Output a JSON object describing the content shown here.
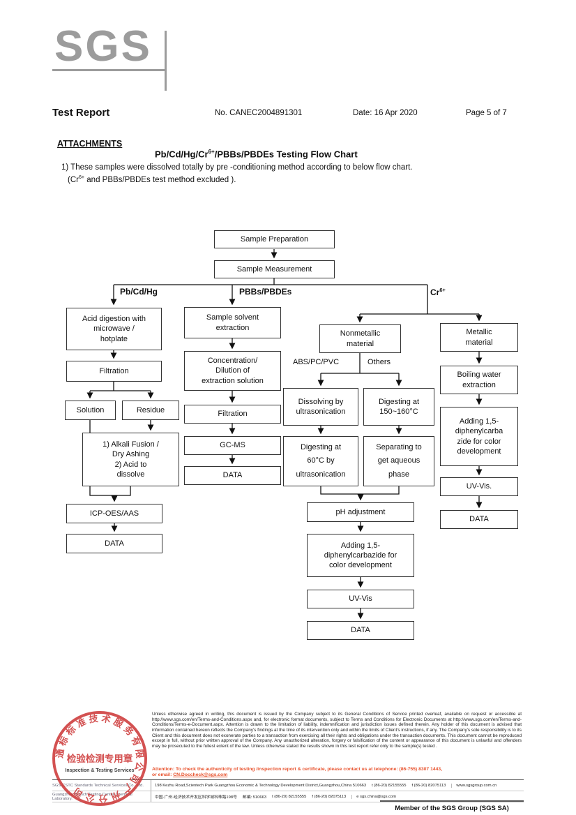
{
  "logo": {
    "text": "SGS"
  },
  "header": {
    "title": "Test Report",
    "report_no": "No. CANEC2004891301",
    "date": "Date: 16 Apr 2020",
    "page": "Page 5 of 7"
  },
  "attachments": {
    "heading": "ATTACHMENTS",
    "title_p1": "Pb/Cd/Hg/Cr",
    "title_sup": "6+",
    "title_p2": "/PBBs/PBDEs Testing Flow Chart",
    "note1": "1) These samples were dissolved totally by pre -conditioning method according to below flow chart.",
    "note2_p1": "(Cr",
    "note2_sup": "6+",
    "note2_p2": " and PBBs/PBDEs  test method excluded )."
  },
  "flowchart": {
    "branches": {
      "pb": "Pb/Cd/Hg",
      "pbb": "PBBs/PBDEs",
      "cr": "Cr",
      "cr_sup": "6+"
    },
    "sub_labels": {
      "abs": "ABS/PC/PVC",
      "others": "Others"
    },
    "nodes": {
      "sample_preparation": "Sample Preparation",
      "sample_measurement": "Sample Measurement",
      "acid_digestion": "Acid digestion with\nmicrowave /\nhotplate",
      "filtration_pb": "Filtration",
      "solution": "Solution",
      "residue": "Residue",
      "alkali_fusion": "1) Alkali Fusion /\nDry Ashing\n2) Acid to\ndissolve",
      "icp_oes_aas": "ICP-OES/AAS",
      "data_pb": "DATA",
      "solvent_extraction": "Sample solvent\nextraction",
      "concentration": "Concentration/\nDilution of\nextraction solution",
      "filtration_pbb": "Filtration",
      "gc_ms": "GC-MS",
      "data_pbb": "DATA",
      "nonmetallic": "Nonmetallic\nmaterial",
      "metallic": "Metallic\nmaterial",
      "dissolving_ultrasonication": "Dissolving by\nultrasonication",
      "digesting_150": "Digesting at\n150~160°C",
      "digesting_60": "Digesting at\n60°C by\nultrasonication",
      "separating": "Separating to\nget aqueous\nphase",
      "ph_adjustment": "pH adjustment",
      "adding_dpc_nonmetal": "Adding 1,5-\ndiphenylcarbazide for\ncolor development",
      "uv_vis_nonmetal": "UV-Vis",
      "data_cr_nonmetal": "DATA",
      "boiling_water": "Boiling water\nextraction",
      "adding_dpc_metal": "Adding 1,5-\ndiphenylcarba\nzide for color\ndevelopment",
      "uv_vis_metal": "UV-Vis.",
      "data_cr_metal": "DATA"
    }
  },
  "footer": {
    "legal": "Unless otherwise agreed in writing, this document is issued by the Company subject to its General Conditions of Service printed overleaf, available on request or accessible at http://www.sgs.com/en/Terms-and-Conditions.aspx and, for electronic format documents, subject to Terms and Conditions for Electronic Documents at http://www.sgs.com/en/Terms-and-Conditions/Terms-e-Document.aspx. Attention is drawn to the limitation of liability, indemnification and jurisdiction issues defined therein. Any holder of this document is advised that information contained hereon reflects the Company's findings at the time of its intervention only and within the limits of Client's instructions, if any. The Company's sole responsibility is to its Client and this document does not exonerate parties to a transaction from exercising all their rights and obligations under the transaction documents. This document cannot be reproduced except in full, without prior written approval of the Company. Any unauthorized alteration, forgery or falsification of the content or appearance of this document is unlawful and offenders may be prosecuted to the fullest extent of the law. Unless otherwise stated the results shown in this test report refer only to the sample(s) tested .",
    "attention_line1": "Attention: To check the authenticity of testing /inspection report & certificate, please contact us at telephone: (86-755) 8307 1443,",
    "attention_line2_prefix": "or email: ",
    "attention_email": "CN.Doccheck@sgs.com",
    "company_line1": "SGS-CSTC Standards Technical Services Co., Ltd.",
    "company_line2": "Guangzhou Branch Testing Center Chemical Laboratory.",
    "address_en": "198 Kezhu Road,Scientech Park Guangzhou Economic & Technology Development District,Guangzhou,China  510663",
    "address_en_t": "t (86-20) 82155555",
    "address_en_f": "f (86-20) 82075113",
    "address_en_web": "www.sgsgroup.com.cn",
    "address_cn": "中国·广州·经济技术开发区科学城科珠路198号",
    "address_cn_post": "邮编: 510663",
    "address_cn_t": "t (86-20) 82155555",
    "address_cn_f": "f (86-20) 82075113",
    "address_cn_email": "e  sgs.china@sgs.com",
    "member_line": "Member of the SGS Group (SGS SA)",
    "stamp": {
      "ring_text": "通标标准技术服务有限公司广州分公司",
      "center_text": "检验检测专用章",
      "sub_text": "Inspection & Testing Services"
    }
  }
}
